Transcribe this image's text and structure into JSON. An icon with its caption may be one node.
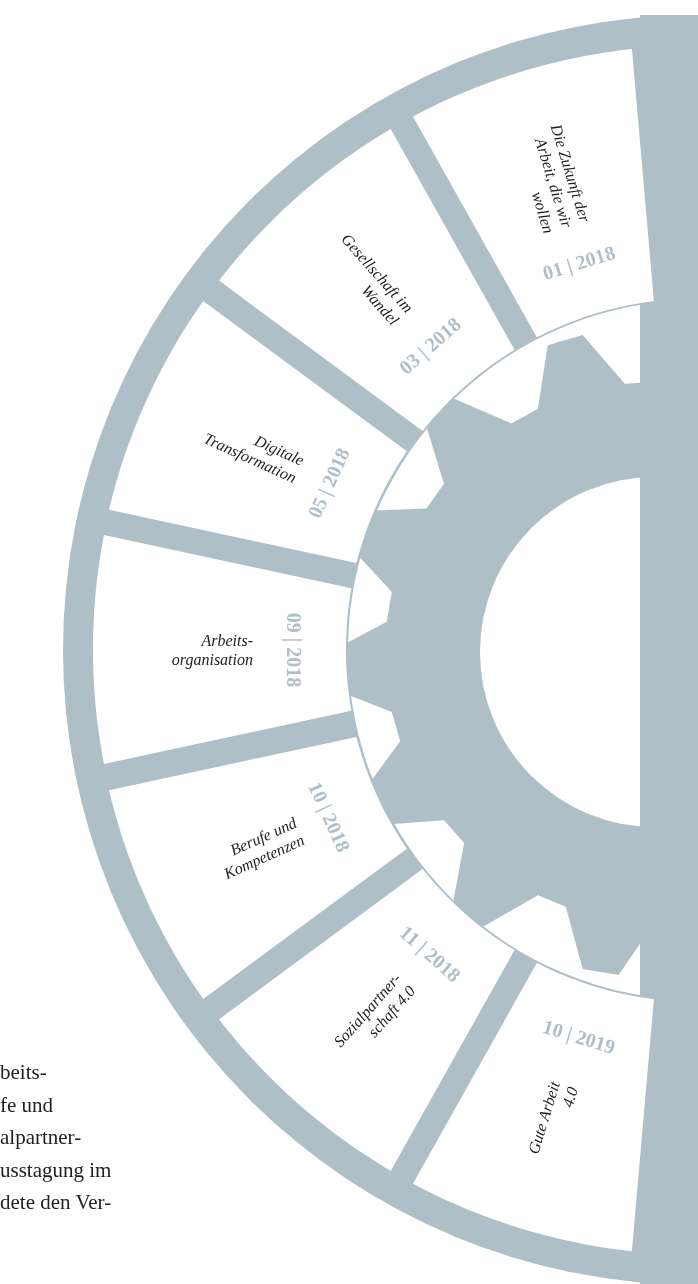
{
  "diagram": {
    "nodes": [
      {
        "text": [
          "Die Zukunft der Arbeit, die wir wollen",
          "01 | 2018"
        ]
      },
      {
        "text": [
          "Gesellschaft im Wandel",
          "03 | 2018"
        ]
      },
      {
        "text": [
          "Digitale Transformation",
          "05 | 2018"
        ]
      },
      {
        "text": [
          "Arbeits- organisation",
          "09 | 2018"
        ]
      },
      {
        "text": [
          "Berufe und Kompetenzen",
          "10 | 2018"
        ]
      },
      {
        "text": [
          "Sozialpartner- schaft 4.0",
          "11 | 2018"
        ]
      },
      {
        "text": [
          "Gute Arbeit 4.0",
          "10 | 2019"
        ]
      }
    ],
    "labels": [
      "beits-",
      "fe und",
      "alpartner-",
      "usstagung im",
      "dete den Ver-"
    ]
  }
}
